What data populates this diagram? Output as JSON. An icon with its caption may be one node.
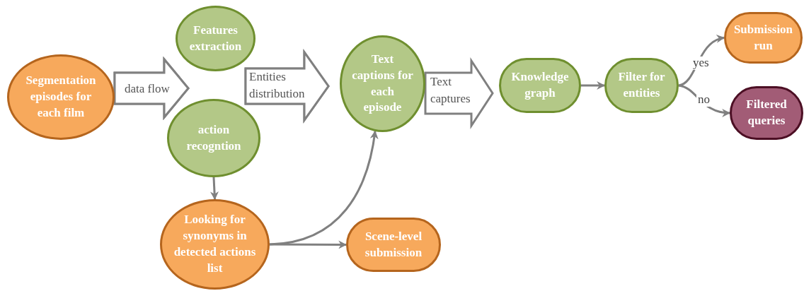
{
  "diagram": {
    "nodes": [
      {
        "text": [
          "Segmentation episodes for each film"
        ]
      },
      {
        "text": [
          "Features extraction"
        ]
      },
      {
        "text": [
          "action recogntion"
        ]
      },
      {
        "text": [
          "Looking for synonyms in detected actions list"
        ]
      },
      {
        "text": [
          "Text captions for each episode"
        ]
      },
      {
        "text": [
          "Knowledge graph"
        ]
      },
      {
        "text": [
          "Filter for entities"
        ]
      },
      {
        "text": [
          "Submission run"
        ]
      },
      {
        "text": [
          "Filtered queries"
        ]
      },
      {
        "text": [
          "Scene-level submission"
        ]
      }
    ],
    "edges": [
      {
        "from": 0,
        "to": 1,
        "arrow": "to",
        "style": "thick",
        "label": "data flow"
      },
      {
        "from": 0,
        "to": 2,
        "arrow": "to",
        "style": "thick"
      },
      {
        "from": 1,
        "to": 4,
        "arrow": "to",
        "style": "thick",
        "label": "Entities distribution"
      },
      {
        "from": 2,
        "to": 4,
        "arrow": "to",
        "style": "thick"
      },
      {
        "from": 4,
        "to": 5,
        "arrow": "to",
        "style": "thick",
        "label": "Text captures"
      },
      {
        "from": 2,
        "to": 3,
        "arrow": "to"
      },
      {
        "from": 3,
        "to": 4,
        "arrow": "to"
      },
      {
        "from": 3,
        "to": 9,
        "arrow": "to"
      },
      {
        "from": 5,
        "to": 6,
        "arrow": "to"
      },
      {
        "from": 6,
        "to": 7,
        "arrow": "to",
        "label": "yes"
      },
      {
        "from": 6,
        "to": 8,
        "arrow": "to",
        "label": "no"
      }
    ]
  }
}
